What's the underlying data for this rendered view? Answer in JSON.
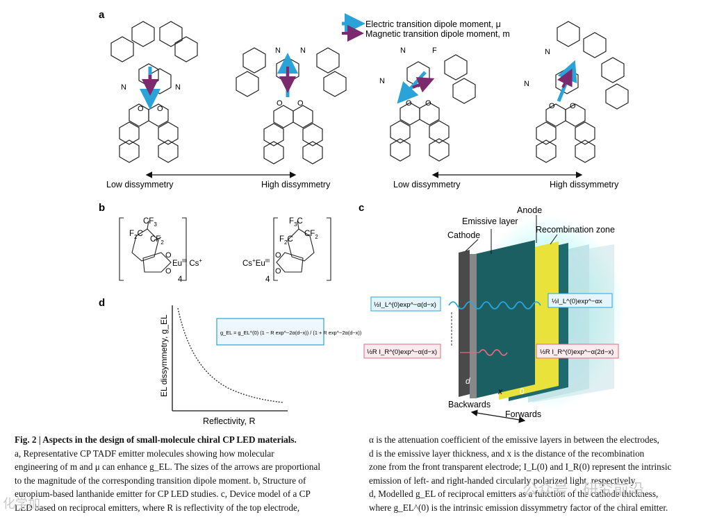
{
  "panel_labels": {
    "a": "a",
    "b": "b",
    "c": "c",
    "d": "d"
  },
  "legend": {
    "electric": "Electric transition dipole moment, μ",
    "magnetic": "Magnetic transition dipole moment, m",
    "electric_color": "#2aa3d8",
    "magnetic_color": "#7b2a6e"
  },
  "panel_a": {
    "scale1": {
      "low": "Low dissymmetry",
      "high": "High dissymmetry"
    },
    "scale2": {
      "low": "Low dissymmetry",
      "high": "High dissymmetry"
    },
    "atoms": {
      "nitrile": "N",
      "oxygen": "O",
      "fluorine": "F"
    }
  },
  "panel_b": {
    "cf3": "CF",
    "cf3_sub": "3",
    "cf2": "CF",
    "cf2_sub": "2",
    "f3c": "F",
    "f3c_sub": "3",
    "f3c_c": "C",
    "f2c": "F",
    "f2c_sub": "2",
    "f2c_c": "C",
    "cf2b": "CF",
    "cf2b_sub": "2",
    "o": "O",
    "eu_left": "Eu",
    "eu_sup": "III",
    "cs_right": "Cs",
    "cs_plus": "+",
    "cs_left": "Cs",
    "eu_right": "Eu",
    "count": "4"
  },
  "panel_c": {
    "anode": "Anode",
    "emissive": "Emissive layer",
    "recomb": "Recombination zone",
    "cathode": "Cathode",
    "d": "d",
    "x": "x",
    "zero": "0",
    "backwards": "Backwards",
    "forwards": "Forwards",
    "box_left_top": "½I_L^(0)exp^−α(d−x)",
    "box_right_top": "½I_L^(0)exp^−αx",
    "box_left_bot": "½R I_R^(0)exp^−α(d−x)",
    "box_right_bot": "½R I_R^(0)exp^−α(2d−x)"
  },
  "panel_d": {
    "ylabel": "EL dissymmetry, g_EL",
    "xlabel": "Reflectivity, R",
    "formula": "g_EL = g_EL^(0) (1 − R exp^−2α(d−x)) / (1 + R exp^−2α(d−x))"
  },
  "caption": {
    "title": "Fig. 2 | Aspects in the design of small-molecule chiral CP LED materials.",
    "left_lines": [
      "a, Representative CP TADF emitter molecules showing how molecular",
      "engineering of m and μ can enhance g_EL. The sizes of the arrows are proportional",
      "to the magnitude of the corresponding transition dipole moment. b, Structure of",
      "europium-based lanthanide emitter for CP LED studies. c, Device model of a CP",
      "LED based on reciprocal emitters, where R is reflectivity of the top electrode,"
    ],
    "right_lines": [
      "α is the attenuation coefficient of the emissive layers in between the electrodes,",
      "d is the emissive layer thickness, and x is the distance of the recombination",
      "zone from the front transparent electrode; I_L(0) and I_R(0) represent the intrinsic",
      "emission of left- and right-handed circularly polarized light, respectively.",
      "d, Modelled g_EL of reciprocal emitters as a function of the cathode thickness,",
      "where g_EL^(0) is the intrinsic emission dissymmetry factor of the chiral emitter."
    ]
  },
  "watermark": {
    "left": "化学加",
    "right": "公众号 · 研究前沿"
  }
}
